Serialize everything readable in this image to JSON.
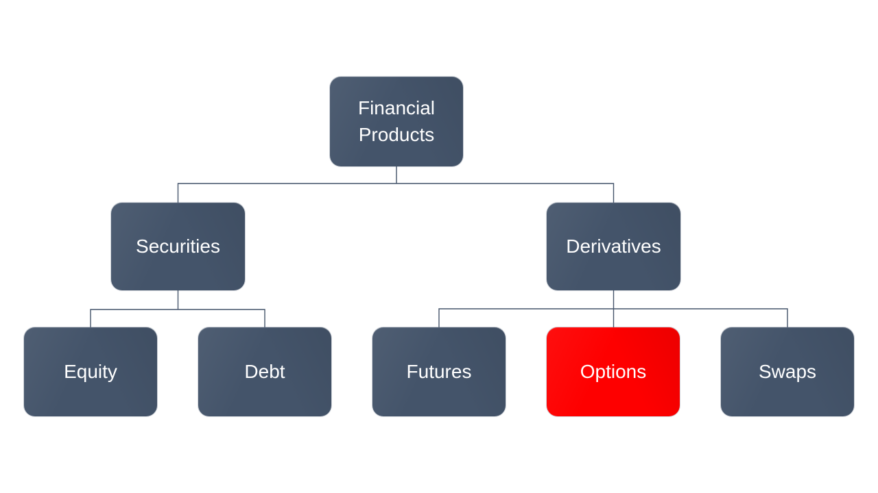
{
  "diagram": {
    "type": "org-chart-hierarchy",
    "nodes": {
      "root": {
        "label": "Financial Products"
      },
      "securities": {
        "label": "Securities"
      },
      "derivatives": {
        "label": "Derivatives"
      },
      "equity": {
        "label": "Equity"
      },
      "debt": {
        "label": "Debt"
      },
      "futures": {
        "label": "Futures"
      },
      "options": {
        "label": "Options",
        "highlighted": true
      },
      "swaps": {
        "label": "Swaps"
      }
    },
    "edges": [
      {
        "from": "root",
        "to": "securities"
      },
      {
        "from": "root",
        "to": "derivatives"
      },
      {
        "from": "securities",
        "to": "equity"
      },
      {
        "from": "securities",
        "to": "debt"
      },
      {
        "from": "derivatives",
        "to": "futures"
      },
      {
        "from": "derivatives",
        "to": "options"
      },
      {
        "from": "derivatives",
        "to": "swaps"
      }
    ]
  },
  "colors": {
    "node_fill": "#44546A",
    "highlight_fill": "#FE0000",
    "node_text": "#FFFFFF",
    "connector": "#44546A",
    "background": "#FFFFFF"
  }
}
